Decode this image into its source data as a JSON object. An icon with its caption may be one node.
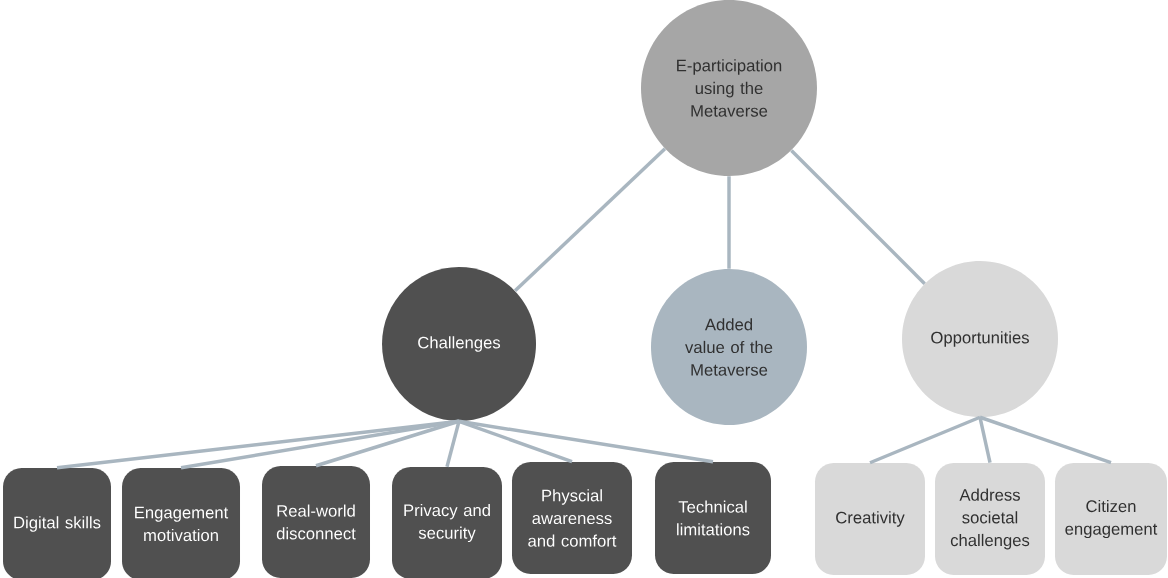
{
  "diagram": {
    "nodes": [
      {
        "text": [
          "E-participation using the Metaverse"
        ]
      },
      {
        "text": [
          "Challenges"
        ]
      },
      {
        "text": [
          "Added value of the Metaverse"
        ]
      },
      {
        "text": [
          "Opportunities"
        ]
      },
      {
        "text": [
          "Digital skills"
        ]
      },
      {
        "text": [
          "Engagement motivation"
        ]
      },
      {
        "text": [
          "Real-world disconnect"
        ]
      },
      {
        "text": [
          "Privacy and security"
        ]
      },
      {
        "text": [
          "Physcial awareness and comfort"
        ]
      },
      {
        "text": [
          "Technical limitations"
        ]
      },
      {
        "text": [
          "Creativity"
        ]
      },
      {
        "text": [
          "Address societal challenges"
        ]
      },
      {
        "text": [
          "Citizen engagement"
        ]
      }
    ],
    "edges": [
      {
        "from": 0,
        "to": 1,
        "arrow": "none"
      },
      {
        "from": 0,
        "to": 2,
        "arrow": "none"
      },
      {
        "from": 0,
        "to": 3,
        "arrow": "none"
      },
      {
        "from": 1,
        "to": 4,
        "arrow": "none"
      },
      {
        "from": 1,
        "to": 5,
        "arrow": "none"
      },
      {
        "from": 1,
        "to": 6,
        "arrow": "none"
      },
      {
        "from": 1,
        "to": 7,
        "arrow": "none"
      },
      {
        "from": 1,
        "to": 8,
        "arrow": "none"
      },
      {
        "from": 1,
        "to": 9,
        "arrow": "none"
      },
      {
        "from": 3,
        "to": 10,
        "arrow": "none"
      },
      {
        "from": 3,
        "to": 11,
        "arrow": "none"
      },
      {
        "from": 3,
        "to": 12,
        "arrow": "none"
      }
    ]
  }
}
